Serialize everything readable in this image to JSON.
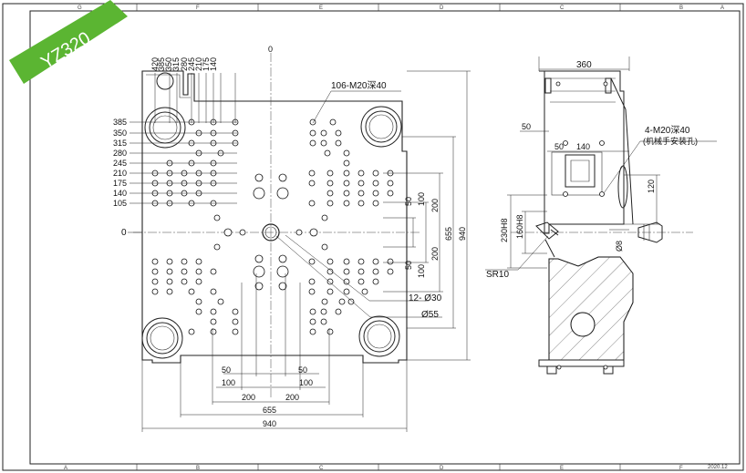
{
  "badge": {
    "text": "YZ320",
    "color": "#5bb532"
  },
  "border_zone_labels": {
    "top": [
      "G",
      "F",
      "E",
      "D",
      "C",
      "B",
      "A"
    ],
    "bottom": [
      "A",
      "B",
      "C",
      "D",
      "E",
      "F"
    ]
  },
  "front_view": {
    "top_ruler_labels": [
      "420",
      "385",
      "350",
      "315",
      "280",
      "245",
      "210",
      "175",
      "140"
    ],
    "side_ruler_labels": [
      "385",
      "350",
      "315",
      "280",
      "245",
      "210",
      "175",
      "140",
      "105"
    ],
    "top_zero": "0",
    "side_zero": "0",
    "callout_holes": "106-M20深40",
    "callout_pins": "12- Ø30",
    "callout_center": "Ø55",
    "dims_right": [
      "50",
      "100",
      "200",
      "50",
      "100",
      "200",
      "655",
      "940"
    ],
    "dims_bottom": [
      "50",
      "100",
      "200",
      "50",
      "100",
      "200",
      "655",
      "940"
    ]
  },
  "side_view": {
    "width_dim": "360",
    "callout_robot": "4-M20深40",
    "callout_robot_note": "(机械手安装孔)",
    "dims": [
      "50",
      "50",
      "140",
      "120",
      "230H8",
      "160H8",
      "Ø8",
      "SR10"
    ]
  },
  "date_stamp": "2020.12"
}
